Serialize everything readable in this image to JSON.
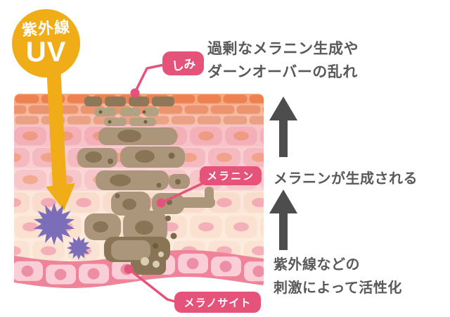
{
  "uv_badge": {
    "line1": "紫外線",
    "line2": "UV"
  },
  "callouts": {
    "shimi": "しみ",
    "melanin": "メラニン",
    "melanocyte": "メラノサイト"
  },
  "stage_notes": {
    "top_line1": "過剰なメラニン生成や",
    "top_line2": "ダーンオーバーの乱れ",
    "middle": "メラニンが生成される",
    "bottom_line1": "紫外線などの",
    "bottom_line2": "刺激によって活性化"
  },
  "colors": {
    "uv_yellow": "#f0ad17",
    "callout_pink": "#e6537a",
    "note_text_gray": "#595959",
    "flow_arrow_gray": "#4d4d4d",
    "melanin_brown": "#ab967b",
    "melanin_dark_brown": "#8a7456",
    "surface_spot_brown": "#8d785a",
    "irritation_purple": "#7c6db9",
    "stratum_corneum_orange": "#ee8152",
    "epidermis_pink": "#f4b2ba",
    "basal_layer_pink": "#ef8399"
  }
}
